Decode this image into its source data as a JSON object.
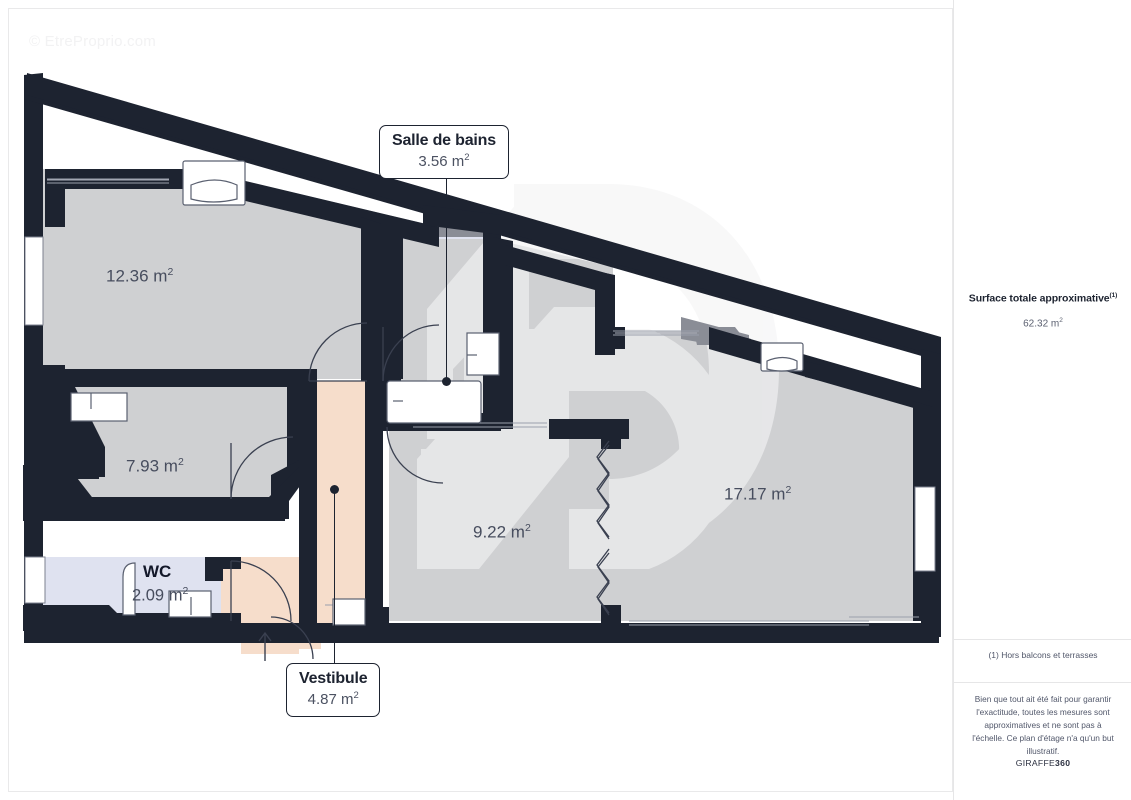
{
  "watermark": {
    "text": "© EtreProprio.com"
  },
  "plan": {
    "title": "Floor plan",
    "rooms": [
      {
        "id": "bedroom-1",
        "label": "",
        "area": "12.36 m²",
        "area_value": 12.36,
        "fill": "#cfd0d2"
      },
      {
        "id": "bedroom-2",
        "label": "",
        "area": "7.93 m²",
        "area_value": 7.93,
        "fill": "#cfd0d2"
      },
      {
        "id": "wc",
        "label": "WC",
        "area": "2.09 m²",
        "area_value": 2.09,
        "fill": "#dfe2f0"
      },
      {
        "id": "salle-de-bains",
        "label": "Salle de bains",
        "area": "3.56 m²",
        "area_value": 3.56,
        "fill": "#dfe2f0"
      },
      {
        "id": "vestibule",
        "label": "Vestibule",
        "area": "4.87 m²",
        "area_value": 4.87,
        "fill": "#f6ddcb"
      },
      {
        "id": "living-left",
        "label": "",
        "area": "9.22 m²",
        "area_value": 9.22,
        "fill": "#cfd0d2"
      },
      {
        "id": "living-right",
        "label": "",
        "area": "17.17 m²",
        "area_value": 17.17,
        "fill": "#cfd0d2"
      }
    ],
    "callouts": [
      {
        "id": "salle-de-bains",
        "name": "Salle de bains",
        "area": "3.56 m²"
      },
      {
        "id": "vestibule",
        "name": "Vestibule",
        "area": "4.87 m²"
      }
    ],
    "colors": {
      "wall": "#1d2330",
      "floor_gray": "#cfd0d2",
      "floor_lavender": "#dfe2f0",
      "floor_peach": "#f6ddcb",
      "accent_gray": "#8a8d96",
      "text": "#474d5e"
    }
  },
  "sidebar": {
    "total_title": "Surface totale approximative",
    "total_title_sup": "(1)",
    "total_value": "62.32 m²",
    "footnote": "(1) Hors balcons et terrasses",
    "disclaimer": "Bien que tout ait été fait pour garantir l'exactitude, toutes les mesures sont approximatives et ne sont pas à l'échelle. Ce plan d'étage n'a qu'un but illustratif.",
    "brand_prefix": "GIRAFFE",
    "brand_suffix": "360"
  }
}
